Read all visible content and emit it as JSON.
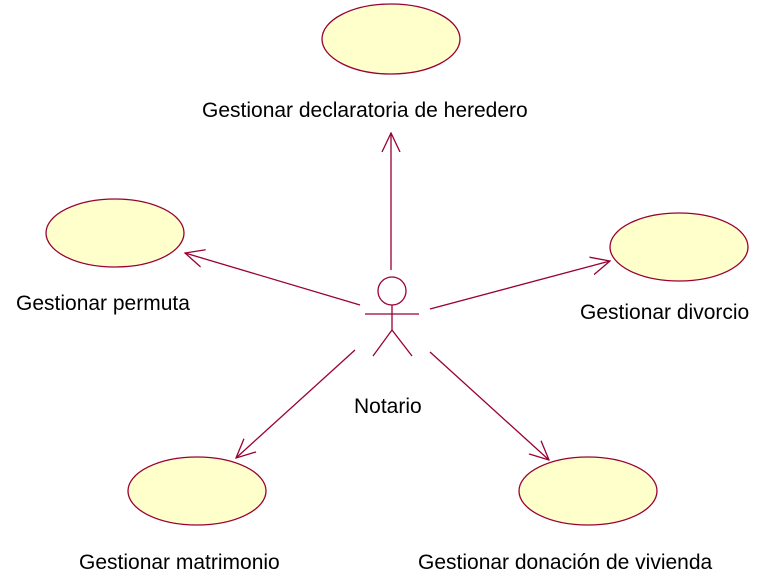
{
  "diagram": {
    "actor": {
      "label": "Notario"
    },
    "use_cases": [
      {
        "id": "heredero",
        "label": "Gestionar declaratoria de heredero"
      },
      {
        "id": "permuta",
        "label": "Gestionar permuta"
      },
      {
        "id": "divorcio",
        "label": "Gestionar divorcio"
      },
      {
        "id": "matrimonio",
        "label": "Gestionar matrimonio"
      },
      {
        "id": "donacion",
        "label": "Gestionar donación de vivienda"
      }
    ]
  },
  "colors": {
    "use_case_fill": "#ffffcc",
    "line": "#990033",
    "text": "#000000",
    "background": "#ffffff"
  }
}
